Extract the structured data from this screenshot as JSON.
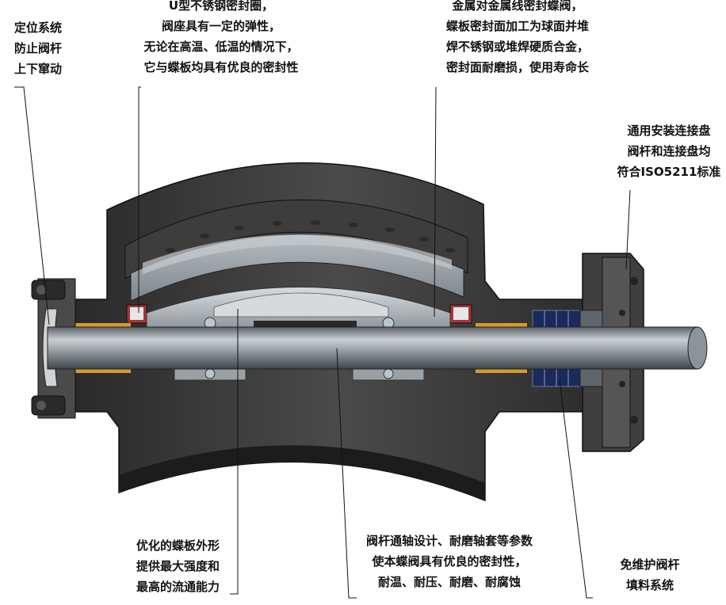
{
  "callouts": {
    "positioning": [
      "定位系统",
      "防止阀杆",
      "上下窜动"
    ],
    "u_seal": [
      "U型不锈钢密封圈，",
      "阀座具有一定的弹性，",
      "无论在高温、低温的情况下，",
      "它与蝶板均具有优良的密封性"
    ],
    "metal_seal": [
      "金属对金属线密封蝶阀，",
      "蝶板密封面加工为球面并堆",
      "焊不锈钢或堆焊硬质合金，",
      "密封面耐磨损，使用寿命长"
    ],
    "flange": [
      "通用安装连接盘",
      "阀杆和连接盘均",
      "符合ISO5211标准"
    ],
    "disc": [
      "优化的蝶板外形",
      "提供最大强度和",
      "最高的流通能力"
    ],
    "stem": [
      "阀杆通轴设计、耐磨轴套等参数",
      "使本蝶阀具有优良的密封性，",
      "耐温、耐压、耐磨、耐腐蚀"
    ],
    "packing": [
      "免维护阀杆",
      "填料系统"
    ]
  },
  "colors": {
    "body": "#3a3a3a",
    "body_dark": "#262626",
    "metal": "#9aa3aa",
    "shaft": "#8c949a",
    "bearing": "#d89a2e",
    "packing": "#1a2a5a"
  }
}
